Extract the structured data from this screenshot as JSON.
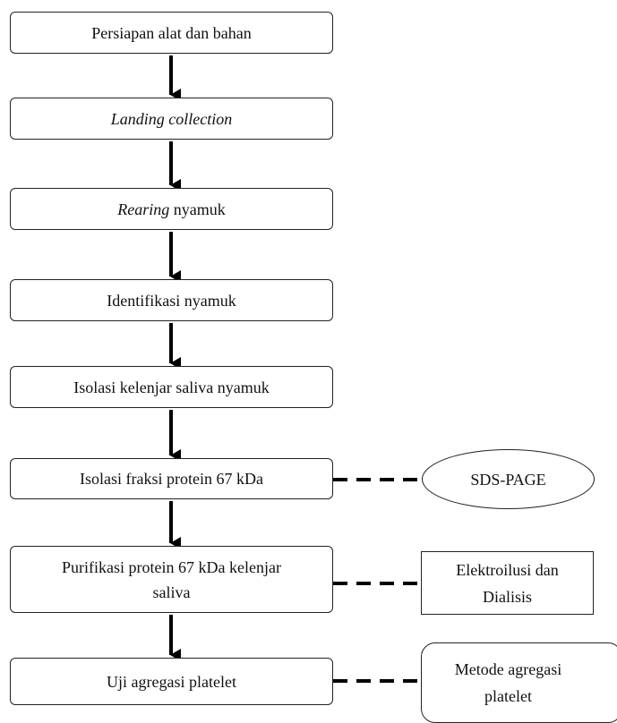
{
  "steps": [
    {
      "text": "Persiapan alat dan bahan"
    },
    {
      "text": "Landing collection"
    },
    {
      "italic": "Rearing",
      "rest": " nyamuk"
    },
    {
      "text": "Identifikasi nyamuk"
    },
    {
      "text": "Isolasi kelenjar saliva nyamuk"
    },
    {
      "text": "Isolasi fraksi protein 67 kDa"
    },
    {
      "line1": "Purifikasi protein 67 kDa kelenjar",
      "line2": "saliva"
    },
    {
      "text": "Uji agregasi platelet"
    }
  ],
  "side_nodes": {
    "sds": "SDS-PAGE",
    "elektro_line1": "Elektroilusi dan",
    "elektro_line2": "Dialisis",
    "metode_line1": "Metode agregasi",
    "metode_line2": "platelet"
  }
}
